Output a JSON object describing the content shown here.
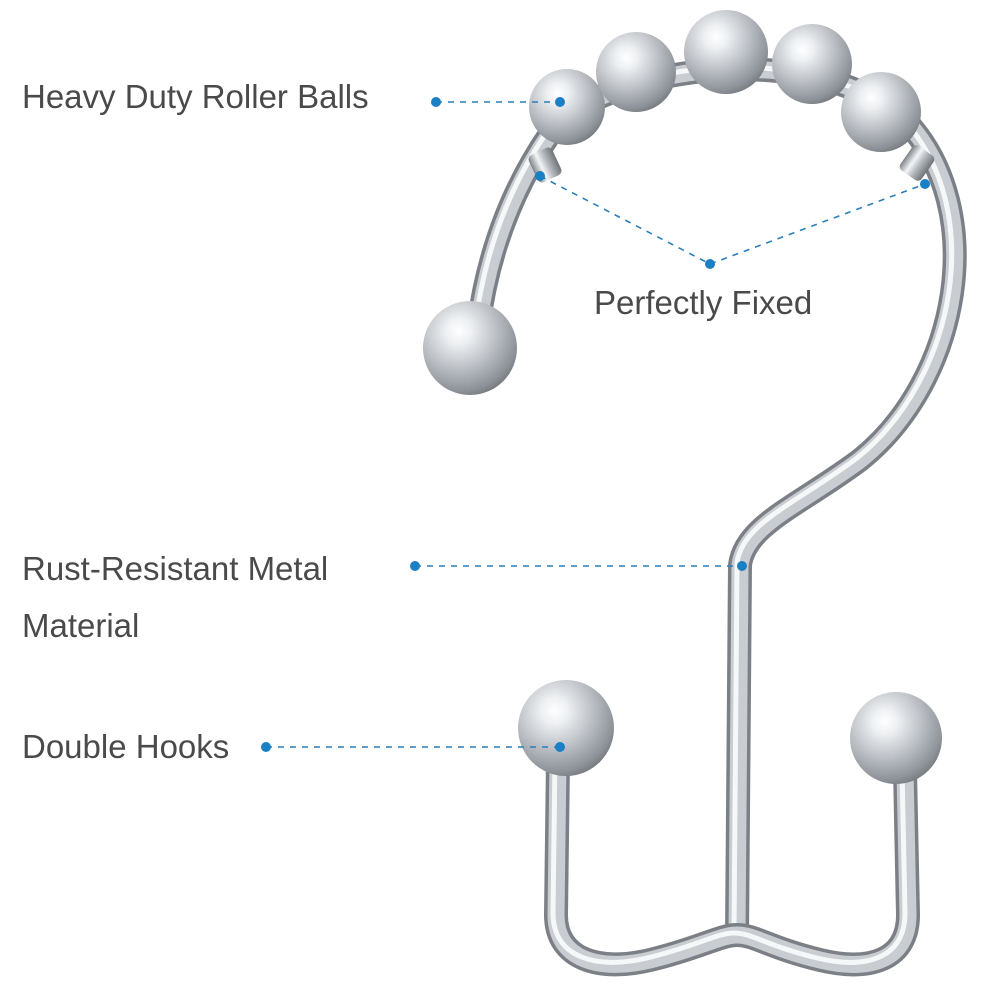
{
  "callouts": {
    "roller_balls": "Heavy Duty Roller Balls",
    "fixed": "Perfectly Fixed",
    "material_line1": "Rust-Resistant Metal",
    "material_line2": "Material",
    "double_hooks": "Double Hooks"
  },
  "colors": {
    "background": "#ffffff",
    "label_text": "#4a4a4a",
    "callout_dot": "#1b7fc4",
    "callout_line": "#2b7fb8",
    "chrome_light": "#f4f5f6",
    "chrome_mid": "#b9bdc2",
    "chrome_dark": "#6e7378"
  }
}
